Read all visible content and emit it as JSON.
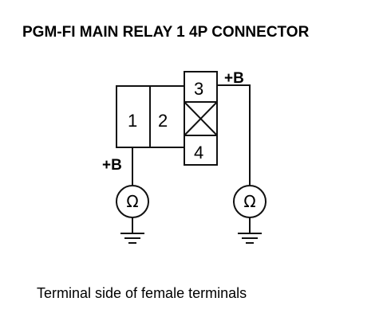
{
  "title": "PGM-FI MAIN RELAY 1 4P CONNECTOR",
  "caption": "Terminal side of female terminals",
  "connector": {
    "pin_1": "1",
    "pin_2": "2",
    "pin_3": "3",
    "pin_4": "4"
  },
  "probes": {
    "left_supply": "+B",
    "right_supply": "+B",
    "meter_symbol": "Ω"
  }
}
